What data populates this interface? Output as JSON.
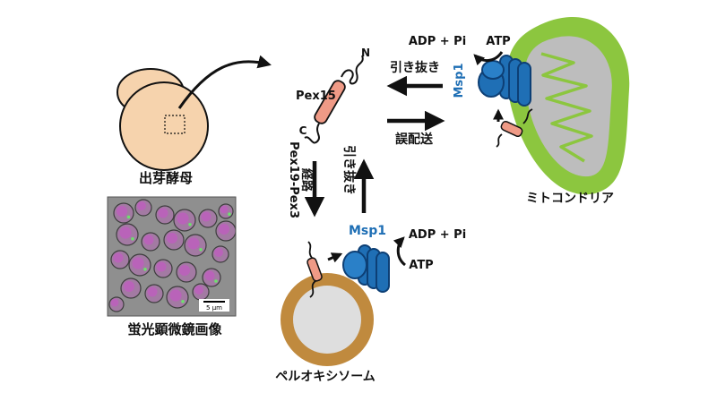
{
  "labels": {
    "budding_yeast": "出芽酵母",
    "fluorescence_image": "蛍光顕微鏡画像",
    "scale_bar": "5 µm",
    "pex15": "Pex15",
    "n_terminus": "N",
    "c_terminus": "C",
    "extraction_top": "引き抜き",
    "mistargeting": "誤配送",
    "pathway_line1": "Pex19-Pex3",
    "pathway_line2": "経路",
    "extraction_vertical": "引き抜き",
    "msp1_mito": "Msp1",
    "msp1_perox": "Msp1",
    "adp_pi_top": "ADP + Pi",
    "atp_top": "ATP",
    "adp_pi_bottom": "ADP + Pi",
    "atp_bottom": "ATP",
    "mitochondria": "ミトコンドリア",
    "peroxisome": "ペルオキシソーム"
  },
  "colors": {
    "yeast_fill": "#f6d3ad",
    "mito_outer": "#8cc63f",
    "mito_inner": "#bdbdbd",
    "perox_outer": "#c08a3e",
    "perox_inner": "#dedede",
    "msp1_blue": "#1f6fb5",
    "msp1_dark": "#0d3f75",
    "pex15_pink": "#ef9a86",
    "micrograph_bg": "#8f8f8f",
    "cell_magenta": "#b657b5"
  },
  "icons": [
    "curved-arrow-icon",
    "msp1-hexamer-icon",
    "pex15-protein-icon",
    "atp-cycle-arrow-icon"
  ]
}
